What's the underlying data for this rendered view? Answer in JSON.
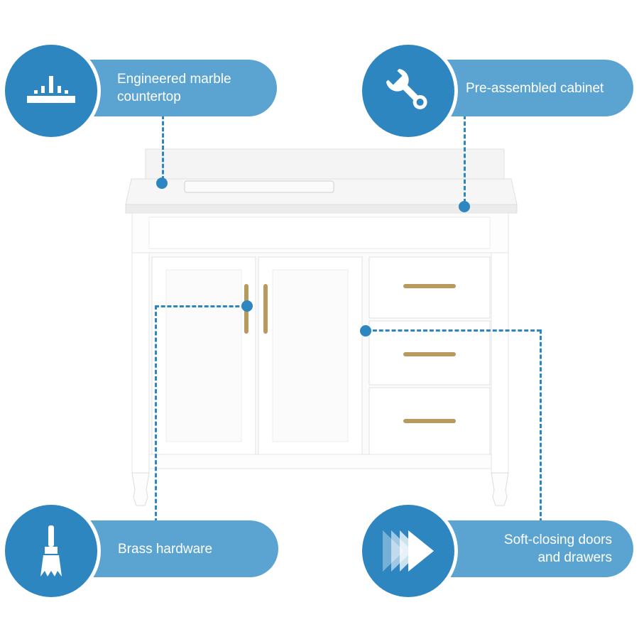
{
  "features": {
    "top_left": {
      "label": "Engineered marble\ncountertop",
      "icon": "countertop-icon"
    },
    "top_right": {
      "label": "Pre-assembled cabinet",
      "icon": "wrench-icon"
    },
    "bottom_left": {
      "label": "Brass hardware",
      "icon": "paintbrush-icon"
    },
    "bottom_right": {
      "label": "Soft-closing doors\nand drawers",
      "icon": "fast-forward-icon"
    }
  },
  "colors": {
    "accent": "#2e86c1",
    "pill": "#5ba4d1",
    "hardware": "#b89a5e"
  }
}
